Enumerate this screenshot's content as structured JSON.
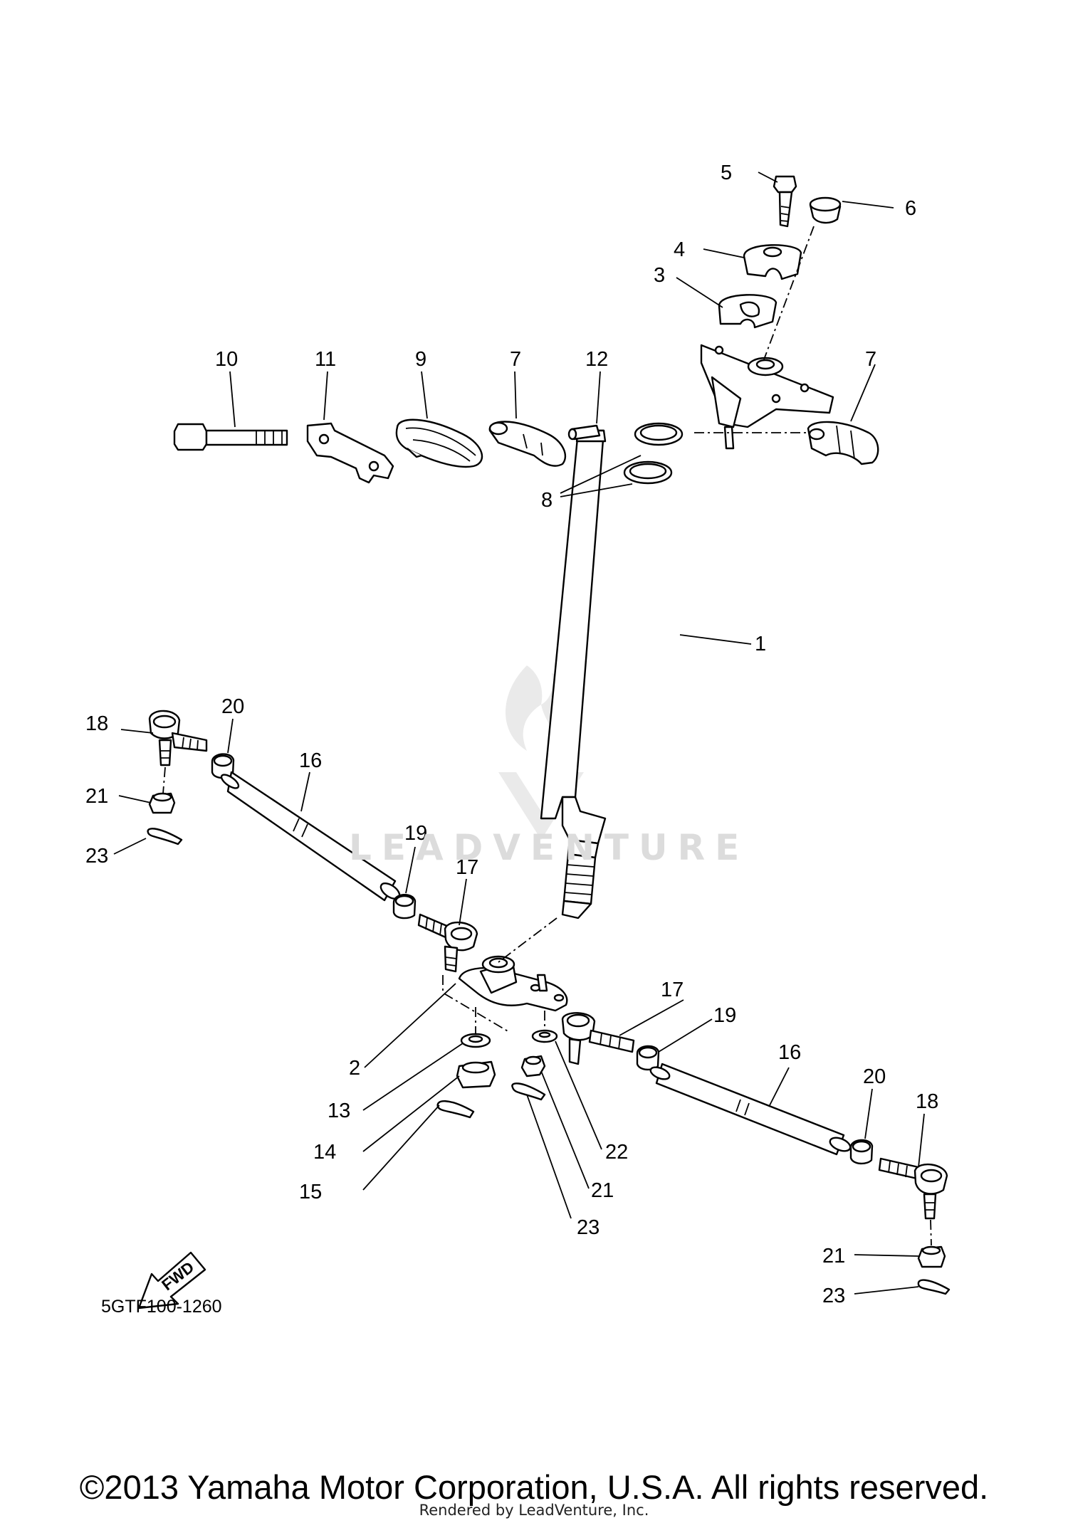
{
  "diagram": {
    "code": "5GTF100-1260",
    "fwd_label": "FWD",
    "copyright": "©2013 Yamaha Motor Corporation, U.S.A. All rights reserved.",
    "rendered_by": "Rendered by LeadVenture, Inc.",
    "watermark": "LEADVENTURE"
  },
  "callouts": {
    "c1": "1",
    "c2": "2",
    "c3": "3",
    "c4": "4",
    "c5": "5",
    "c6": "6",
    "c7a": "7",
    "c7b": "7",
    "c8": "8",
    "c9": "9",
    "c10": "10",
    "c11": "11",
    "c12": "12",
    "c13": "13",
    "c14": "14",
    "c15": "15",
    "c16a": "16",
    "c16b": "16",
    "c17a": "17",
    "c17b": "17",
    "c18a": "18",
    "c18b": "18",
    "c19a": "19",
    "c19b": "19",
    "c20a": "20",
    "c20b": "20",
    "c21a": "21",
    "c21b": "21",
    "c21c": "21",
    "c22": "22",
    "c23a": "23",
    "c23b": "23",
    "c23c": "23"
  }
}
